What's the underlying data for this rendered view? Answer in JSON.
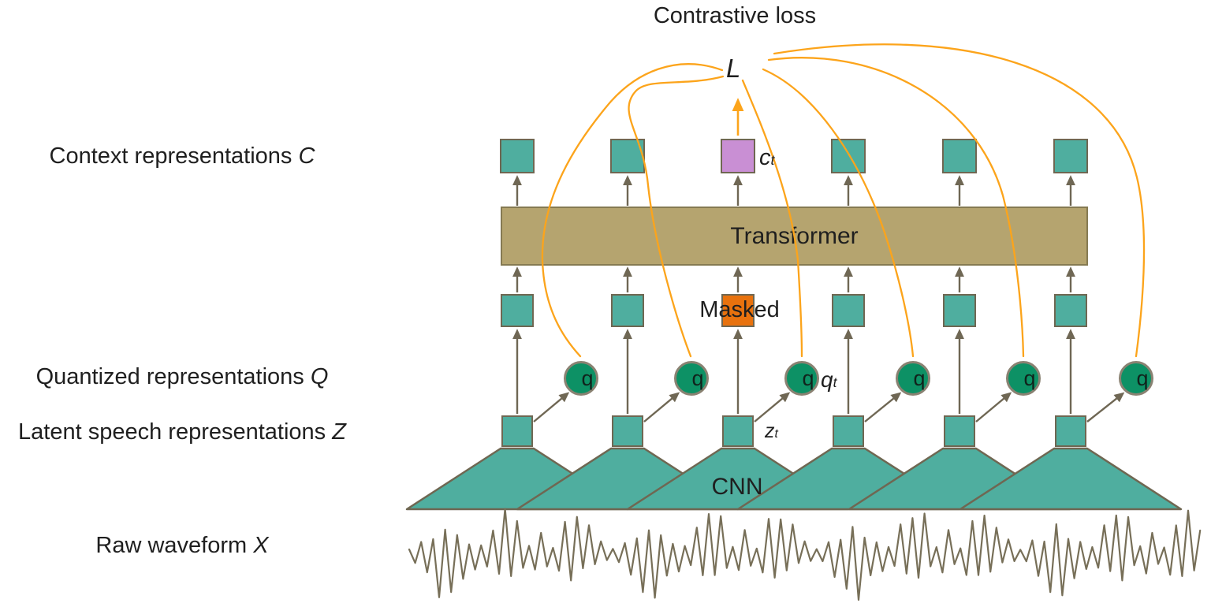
{
  "title": "Contrastive loss",
  "loss_symbol": "L",
  "side_labels": {
    "context": {
      "text": "Context representations",
      "symbol": "C"
    },
    "quantized": {
      "text": "Quantized representations",
      "symbol": "Q"
    },
    "latent": {
      "text": "Latent speech representations",
      "symbol": "Z"
    },
    "raw": {
      "text": "Raw waveform",
      "symbol": "X"
    }
  },
  "blocks": {
    "transformer": "Transformer",
    "masked": "Masked",
    "cnn": "CNN"
  },
  "symbols": {
    "q": "q",
    "context_t": {
      "base": "c",
      "sub": "t"
    },
    "quantized_t": {
      "base": "q",
      "sub": "t"
    },
    "latent_t": {
      "base": "z",
      "sub": "t"
    }
  },
  "colors": {
    "teal": "#4fae9f",
    "teal_border": "#6f6752",
    "transformer_fill": "#b5a46f",
    "transformer_border": "#857a52",
    "masked_fill": "#e8720e",
    "context_masked_fill": "#c98fd4",
    "quantized_fill": "#0d9165",
    "quantized_border": "#8a8272",
    "loss_curve": "#fca41b",
    "arrow": "#6f6754",
    "waveform": "#776f58",
    "text": "#1f1f1f"
  }
}
